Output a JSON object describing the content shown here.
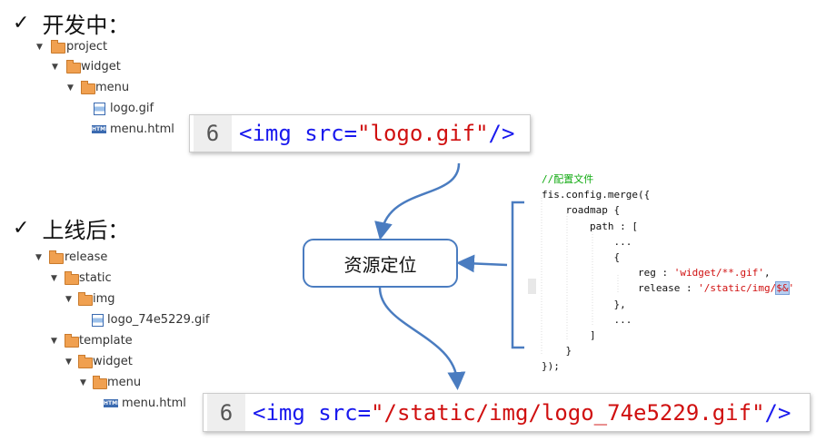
{
  "dev": {
    "heading": "开发中：",
    "tree": [
      "project",
      "widget",
      "menu",
      "logo.gif",
      "menu.html"
    ],
    "callout": {
      "line": "6",
      "tag_open": "<img src=",
      "value": "\"logo.gif\"",
      "tag_close": "/>"
    }
  },
  "online": {
    "heading": "上线后：",
    "tree": [
      "release",
      "static",
      "img",
      "logo_74e5229.gif",
      "template",
      "widget",
      "menu",
      "menu.html"
    ],
    "callout": {
      "line": "6",
      "tag_open": "<img src=",
      "value": "\"/static/img/logo_74e5229.gif\"",
      "tag_close": "/>"
    }
  },
  "center_label": "资源定位",
  "code": {
    "comment": "//配置文件",
    "l1": "fis.config.merge({",
    "l2": "    roadmap {",
    "l3": "        path : [",
    "l4": "            ...",
    "l5": "            {",
    "l6_key": "                reg : ",
    "l6_val": "'widget/**.gif'",
    "l6_end": ",",
    "l7_key": "                release : ",
    "l7_val": "'/static/img/",
    "l7_hl": "$&",
    "l7_end": "'",
    "l8": "            },",
    "l9": "            ...",
    "l10": "        ]",
    "l11": "    }",
    "l12": "});"
  },
  "colors": {
    "accent": "#4a7cc0",
    "keyword": "#1a1aee",
    "string": "#d01010",
    "comment": "#11aa11"
  }
}
